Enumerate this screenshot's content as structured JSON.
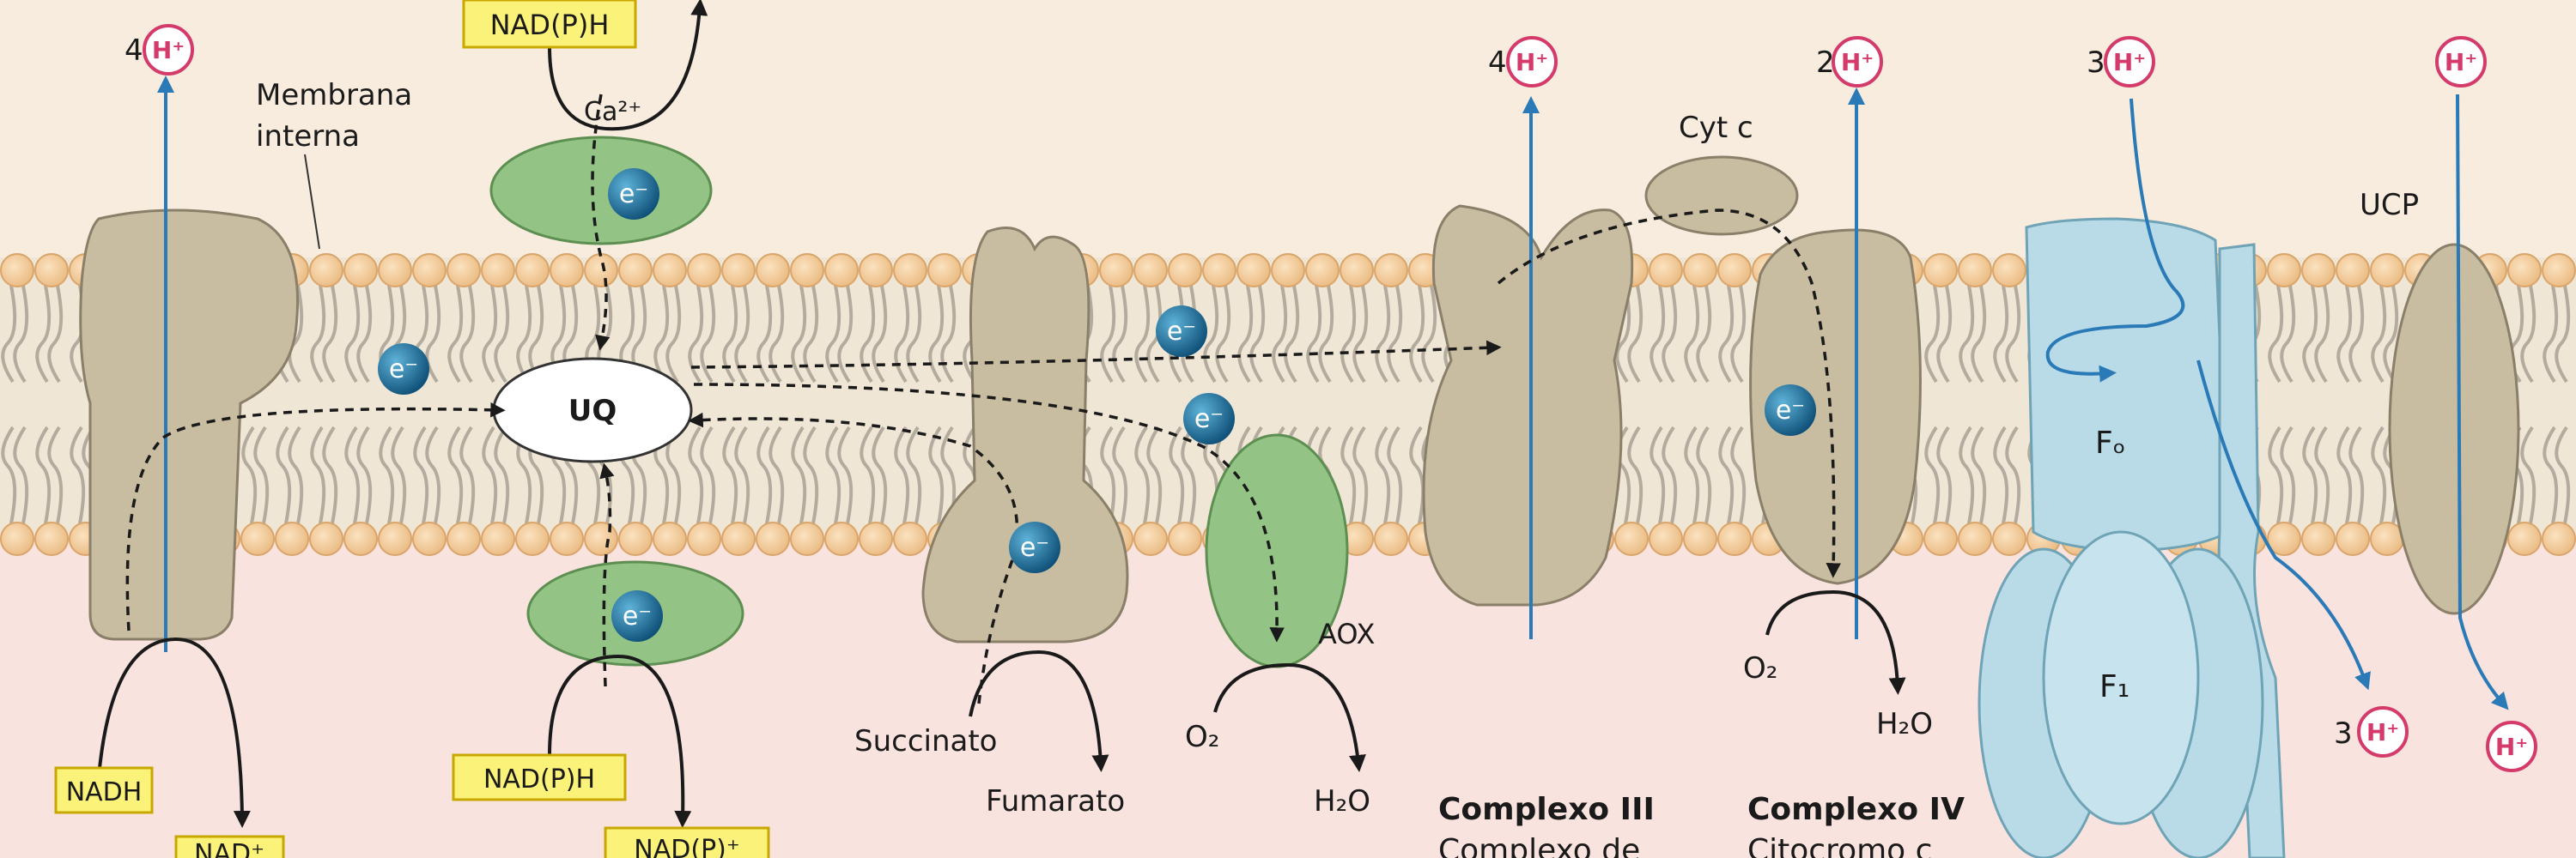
{
  "labels": {
    "membrana": "Membrana",
    "interna": "interna",
    "uq": "UQ",
    "cyt_c": "Cyt c",
    "ca": "Ca²⁺",
    "aox": "AOX",
    "ucp": "UCP",
    "fo": "Fₒ",
    "f1": "F₁",
    "succinato": "Succinato",
    "fumarato": "Fumarato",
    "o2_a": "O₂",
    "h2o_a": "H₂O",
    "o2_b": "O₂",
    "h2o_b": "H₂O",
    "complexo3": "Complexo III",
    "complexo3_sub": "Complexo de",
    "complexo4": "Complexo IV",
    "complexo4_sub": "Citocromo c"
  },
  "boxes": {
    "nadph_top": "NAD(P)H",
    "nadh": "NADH",
    "nad_bottom": "NAD⁺",
    "nadph_bottom": "NAD(P)H",
    "nadp_bottom": "NAD(P)⁺"
  },
  "protons": {
    "h": "H⁺",
    "e": "e⁻",
    "c1": "4",
    "c3": "4",
    "c4": "2",
    "atp_in": "3",
    "atp_out": "3"
  },
  "colors": {
    "background_top": "#f8ecde",
    "background_bottom": "#f9e3df",
    "lipid_head": "#f2cc9c",
    "complex": "#c8bca1",
    "green": "#93c486",
    "atp_synthase": "#b9dbe7",
    "arrow_blue": "#2a7ab8",
    "electron": "#1f6f9c",
    "proton": "#d43a6a",
    "box_fill": "#fbf27a"
  }
}
